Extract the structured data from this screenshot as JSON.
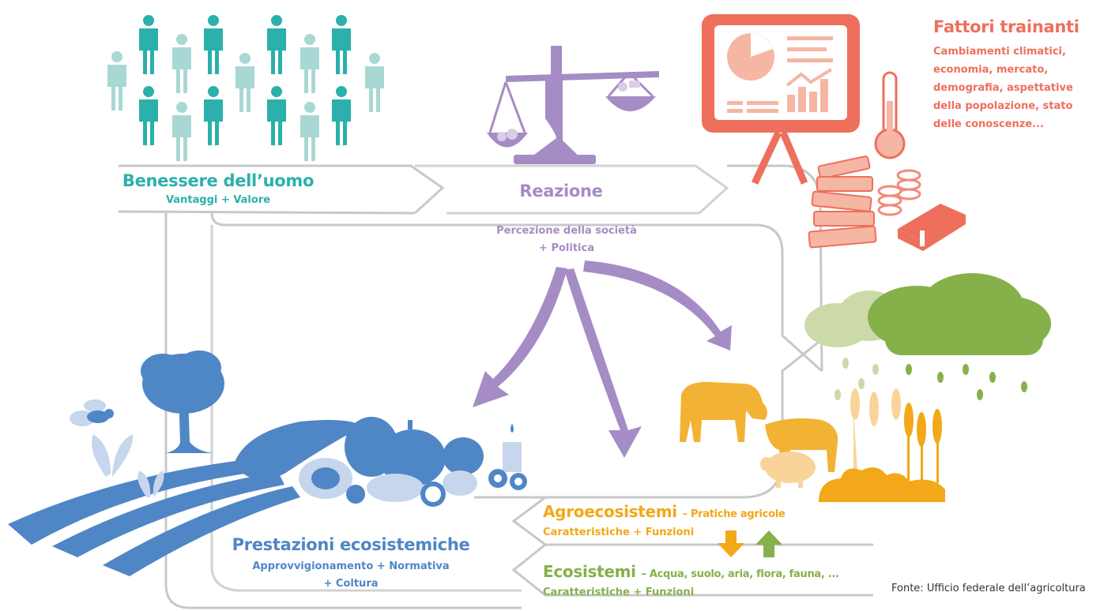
{
  "human_wellbeing": {
    "title": "Benessere dell’uomo",
    "subtitle": "Vantaggi + Valore"
  },
  "response": {
    "title": "Reazione",
    "subtitle_line1": "Percezione della società",
    "subtitle_line2": "+ Politica"
  },
  "drivers": {
    "title": "Fattori trainanti",
    "lines": [
      "Cambiamenti climatici,",
      "economia, mercato,",
      "demografia, aspettative",
      "della popolazione, stato",
      "delle conoscenze..."
    ]
  },
  "ecosystem_services": {
    "title": "Prestazioni ecosistemiche",
    "line1": "Approvvigionamento + Normativa",
    "line2": "+ Coltura"
  },
  "agroecosystems": {
    "title": "Agroecosistemi",
    "detail": "– Pratiche agricole",
    "subtitle": "Caratteristiche + Funzioni"
  },
  "ecosystems": {
    "title": "Ecosistemi",
    "detail": "– Acqua, suolo, aria, flora, fauna, ...",
    "subtitle": "Caratteristiche + Funzioni"
  },
  "source": "Fonte: Ufficio federale dell’agricoltura",
  "colors": {
    "teal": "#2bb0ac",
    "teal_light": "#a8d8d4",
    "purple": "#a58cc4",
    "salmon": "#ee6f5c",
    "blue": "#4f86c6",
    "orange": "#f2a818",
    "green": "#86b04a",
    "gray": "#c8c8c8"
  }
}
